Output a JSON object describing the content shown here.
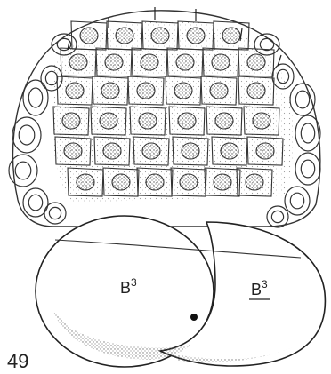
{
  "figure": {
    "number": "49",
    "cells": [
      {
        "label": "B3",
        "base": "B",
        "sup": "3",
        "underlined": false
      },
      {
        "label": "B3",
        "base": "B",
        "sup": "3",
        "underlined": true
      }
    ]
  }
}
